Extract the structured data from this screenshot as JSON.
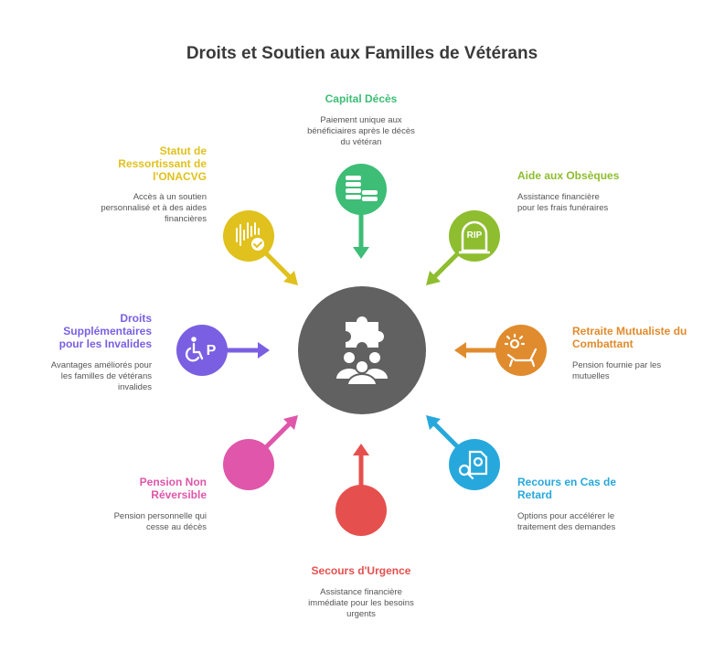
{
  "title": "Droits et Soutien aux Familles de Vétérans",
  "center": {
    "icon": "families-puzzle-icon",
    "color": "#616161"
  },
  "nodes": [
    {
      "key": "capital_deces",
      "label": "Capital Décès",
      "description": "Paiement unique aux bénéficiaires après le décès du vétéran",
      "color": "#3dbd75",
      "icon": "coin-stacks-icon"
    },
    {
      "key": "aide_obseques",
      "label": "Aide aux Obsèques",
      "description": "Assistance financière pour les frais funéraires",
      "color": "#8ebd2f",
      "icon": "rip-gravestone-icon",
      "icon_text": "RIP"
    },
    {
      "key": "retraite",
      "label": "Retraite Mutualiste du Combattant",
      "description": "Pension fournie par les mutuelles",
      "color": "#e08b2d",
      "icon": "deck-chair-sun-icon"
    },
    {
      "key": "recours",
      "label": "Recours en Cas de Retard",
      "description": "Options pour accélérer le traitement des demandes",
      "color": "#27a8dc",
      "icon": "document-search-icon"
    },
    {
      "key": "secours",
      "label": "Secours d'Urgence",
      "description": "Assistance financière immédiate pour les besoins urgents",
      "color": "#e5504e",
      "icon": ""
    },
    {
      "key": "pension",
      "label": "Pension Non Réversible",
      "description": "Pension personnelle qui cesse au décès",
      "color": "#df56aa",
      "icon": ""
    },
    {
      "key": "droits_invalides",
      "label": "Droits Supplémentaires pour les Invalides",
      "description": "Avantages améliorés pour les familles de vétérans invalides",
      "color": "#7a5fe2",
      "icon": "accessible-parking-icon",
      "icon_text": "P"
    },
    {
      "key": "statut",
      "label": "Statut de Ressortissant de l'ONACVG",
      "description": "Accès à un soutien personnalisé et à des aides financières",
      "color": "#e0c11d",
      "icon": "card-check-icon"
    }
  ]
}
